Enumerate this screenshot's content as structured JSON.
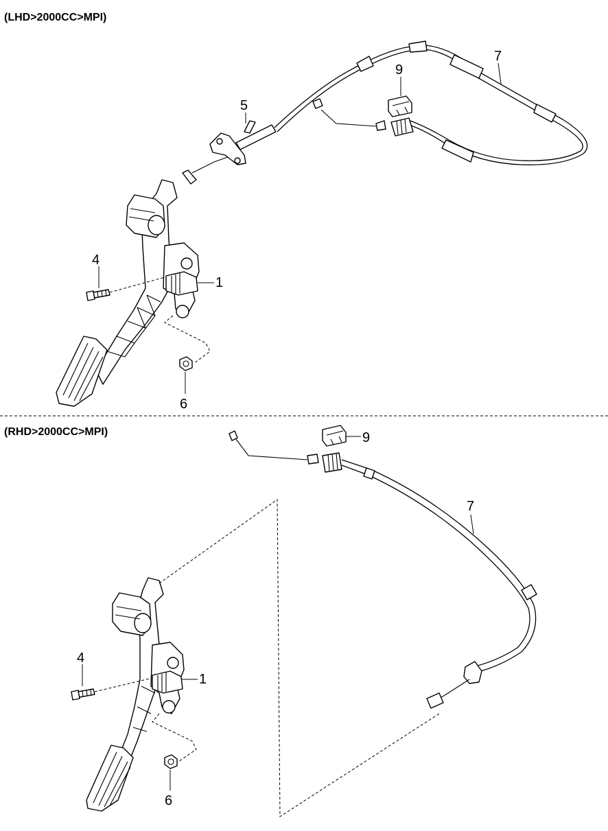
{
  "sections": [
    {
      "title": "(LHD>2000CC>MPI)",
      "callouts": {
        "pedal": "1",
        "bolt": "4",
        "pin": "5",
        "nut": "6",
        "cable": "7",
        "clip": "9"
      }
    },
    {
      "title": "(RHD>2000CC>MPI)",
      "callouts": {
        "pedal": "1",
        "bolt": "4",
        "nut": "6",
        "cable": "7",
        "clip": "9"
      }
    }
  ]
}
